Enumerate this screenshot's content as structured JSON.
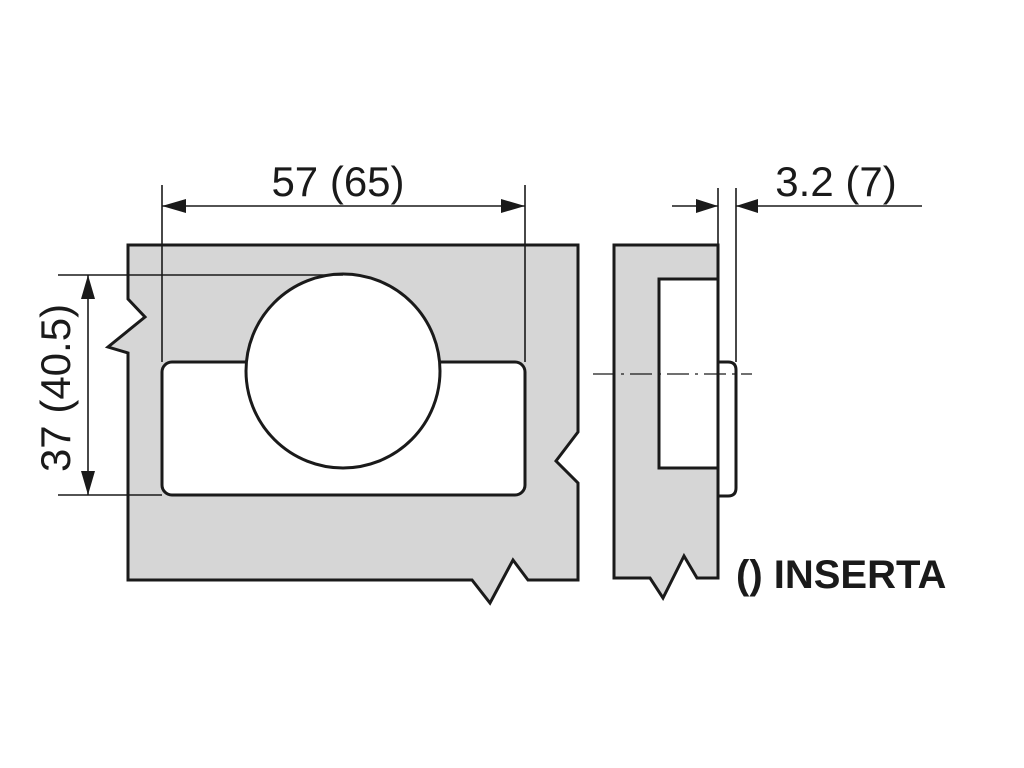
{
  "dimensions": {
    "width_label": "57 (65)",
    "height_label": "37 (40.5)",
    "depth_label": "3.2 (7)"
  },
  "legend": {
    "text": "() INSERTA"
  },
  "colors": {
    "plate_fill": "#d6d6d6",
    "line": "#1a1a1a",
    "background": "#ffffff"
  }
}
